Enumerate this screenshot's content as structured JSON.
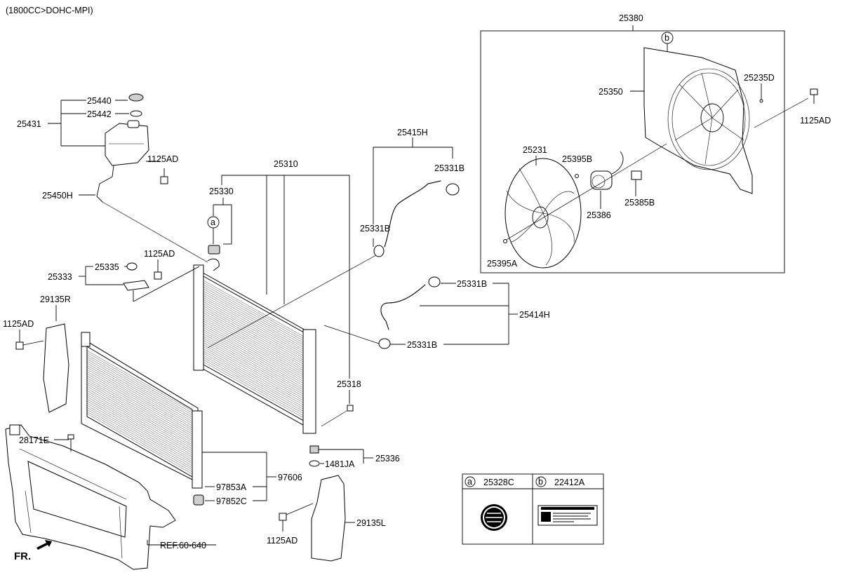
{
  "header": {
    "engine_spec": "(1800CC>DOHC-MPI)"
  },
  "parts": {
    "p25380": "25380",
    "p25350": "25350",
    "p25235D": "25235D",
    "p1125AD_fan": "1125AD",
    "p25231": "25231",
    "p25395B": "25395B",
    "p25385B": "25385B",
    "p25386": "25386",
    "p25395A": "25395A",
    "p25440": "25440",
    "p25442": "25442",
    "p25431": "25431",
    "p1125AD_res": "1125AD",
    "p25450H": "25450H",
    "p25415H": "25415H",
    "p25331B_top": "25331B",
    "p25310": "25310",
    "p25330": "25330",
    "p25331B_mid": "25331B",
    "p1125AD_brk": "1125AD",
    "p25335": "25335",
    "p25333": "25333",
    "p29135R": "29135R",
    "p1125AD_left": "1125AD",
    "p25331B_r1": "25331B",
    "p25414H": "25414H",
    "p25331B_r2": "25331B",
    "p25318": "25318",
    "p28171E": "28171E",
    "p25336": "25336",
    "p1481JA": "1481JA",
    "p97606": "97606",
    "p97853A": "97853A",
    "p97852C": "97852C",
    "p29135L": "29135L",
    "p1125AD_bot": "1125AD",
    "ref": "REF.60-640"
  },
  "callouts": {
    "a": "a",
    "b": "b"
  },
  "legend": {
    "a_letter": "a",
    "a_part": "25328C",
    "b_letter": "b",
    "b_part": "22412A"
  },
  "front_indicator": "FR."
}
